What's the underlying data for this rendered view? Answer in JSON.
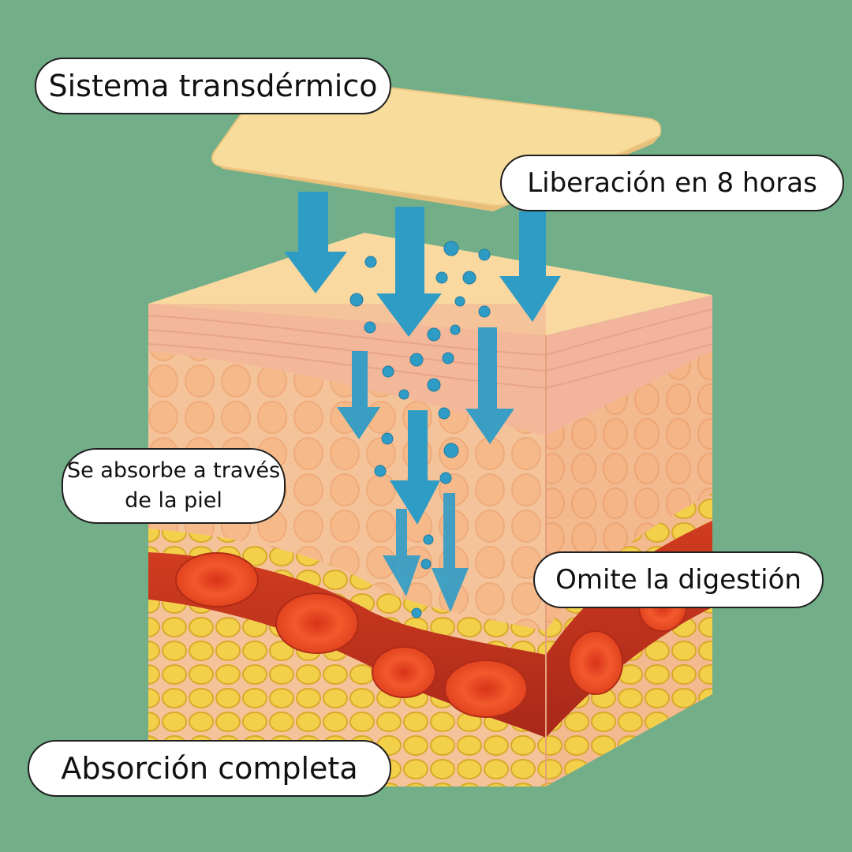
{
  "labels": {
    "sistema": "Sistema transdérmico",
    "liberacion": "Liberación en 8 horas",
    "absorbe": "Se absorbe a través de la piel",
    "omite": "Omite la digestión",
    "absorcion": "Absorción completa"
  },
  "colors": {
    "background": "#72ae88",
    "patch": "#f8dc9c",
    "epidermis": "#f4c09a",
    "dermis": "#f7c596",
    "fat": "#f1c840",
    "blood_vessel": "#c9341c",
    "blood_cell": "#ee4b22",
    "arrow": "#2f9cc6"
  },
  "icons": [
    "transdermal-patch-icon",
    "skin-layers-block-icon",
    "down-arrow-icon",
    "drug-particle-icon",
    "red-blood-cell-icon"
  ]
}
